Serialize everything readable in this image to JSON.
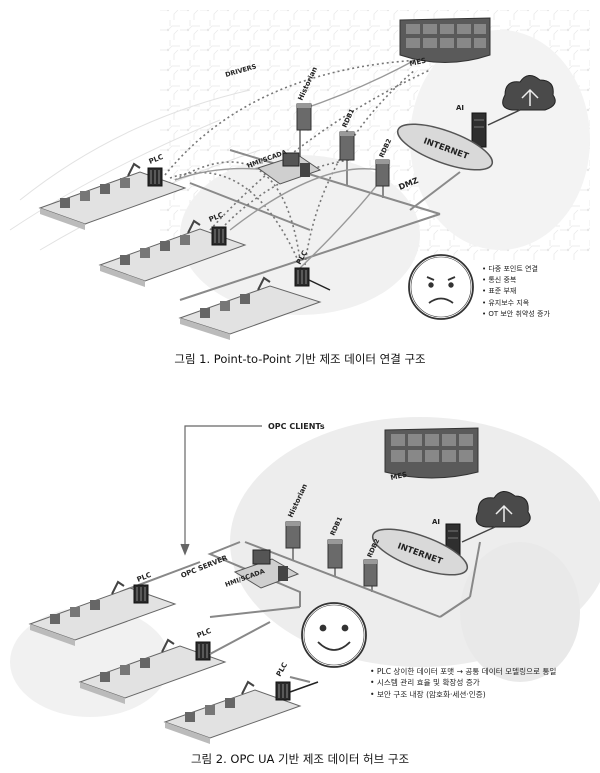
{
  "figure1": {
    "labels": {
      "drivers": "DRIVERS",
      "mes": "MES",
      "historian": "Historian",
      "rdb1": "RDB1",
      "rdb2": "RDB2",
      "ai": "AI",
      "internet": "INTERNET",
      "dmz": "DMZ",
      "hmi_scada": "HMI/SCADA",
      "plc_1": "PLC",
      "plc_2": "PLC",
      "plc_3": "PLC"
    },
    "bullets": [
      "다중 포인트 연결",
      "통신 중복",
      "표준 부재",
      "유지보수 지옥",
      "OT 보안 취약성 증가"
    ],
    "caption": "그림 1. Point-to-Point 기반 제조 데이터 연결 구조",
    "face": "sad-face-icon"
  },
  "figure2": {
    "labels": {
      "opc_clients": "OPC CLIENTs",
      "mes": "MES",
      "historian": "Historian",
      "rdb1": "RDB1",
      "rdb2": "RDB2",
      "ai": "AI",
      "internet": "INTERNET",
      "opc_server": "OPC SERVER",
      "hmi_scada": "HMI/SCADA",
      "plc_1": "PLC",
      "plc_2": "PLC",
      "plc_3": "PLC"
    },
    "bullets": [
      "PLC 상이한 데이터 포맷 → 공통 데이터 모델링으로 통일",
      "시스템 관리 효율 및 확장성 증가",
      "보안 구조 내장 (암호화·세션·인증)"
    ],
    "caption": "그림 2. OPC UA 기반 제조 데이터 허브 구조",
    "face": "happy-face-icon"
  }
}
